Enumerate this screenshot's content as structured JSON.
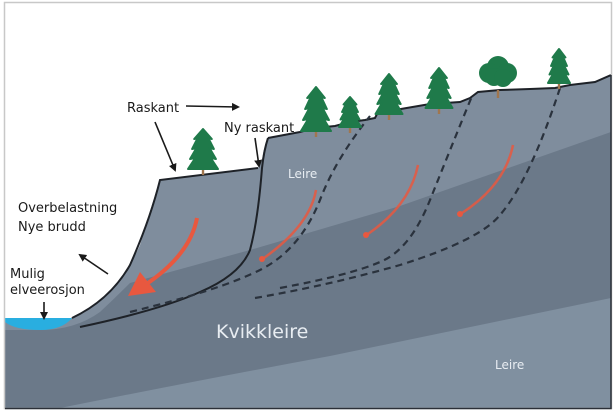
{
  "colors": {
    "background": "#ffffff",
    "frame": "#c8c8c8",
    "frame_dark": "#2b3038",
    "leire_upper": "#7f8d9d",
    "kvikkleire": "#6b7989",
    "leire_lower": "#8090a0",
    "outline": "#1e2228",
    "dashed": "#2a323d",
    "red_arrow": "#e8583f",
    "water": "#29aee0",
    "tree": "#1f7a4a",
    "trunk": "#a0764e",
    "label_dark": "#1a1a1a",
    "label_light": "#e8edf2"
  },
  "labels": {
    "raskant": "Raskant",
    "ny_raskant": "Ny raskant",
    "overbelastning_line1": "Overbelastning",
    "overbelastning_line2": "Nye brudd",
    "mulig_line1": "Mulig",
    "mulig_line2": "elveerosjon",
    "leire_upper": "Leire",
    "kvikkleire": "Kvikkleire",
    "leire_lower": "Leire"
  },
  "trees": [
    {
      "kind": "conifer",
      "name": "tree-1"
    },
    {
      "kind": "conifer",
      "name": "tree-2"
    },
    {
      "kind": "conifer",
      "name": "tree-3"
    },
    {
      "kind": "conifer",
      "name": "tree-4"
    },
    {
      "kind": "conifer",
      "name": "tree-5"
    },
    {
      "kind": "deciduous",
      "name": "tree-6"
    },
    {
      "kind": "conifer",
      "name": "tree-7"
    }
  ]
}
